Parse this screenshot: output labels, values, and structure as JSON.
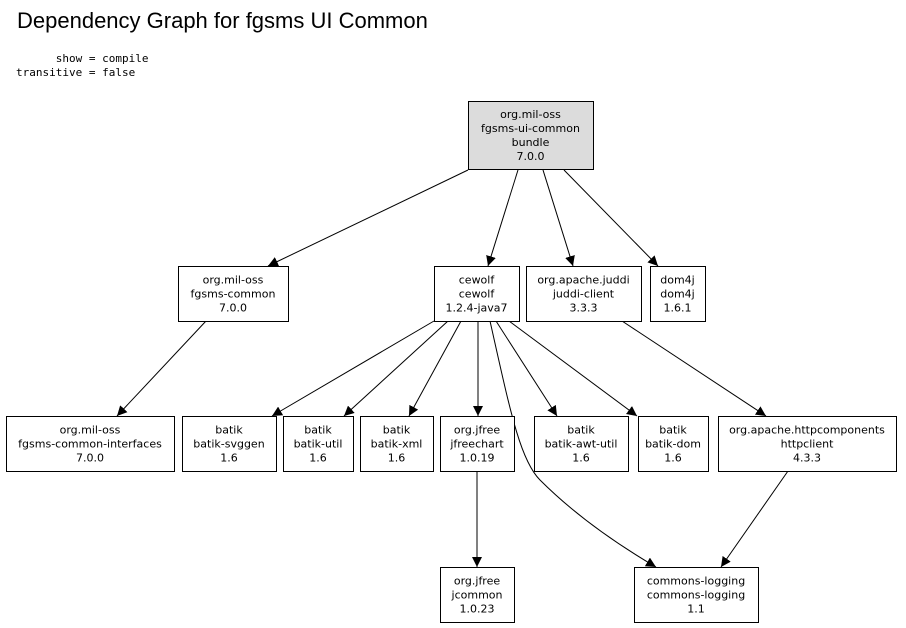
{
  "title": "Dependency Graph for fgsms UI Common",
  "params": {
    "line1": "      show = compile",
    "line2": "transitive = false"
  },
  "nodes": [
    {
      "id": "fgsms-ui-common",
      "lines": [
        "org.mil-oss",
        "fgsms-ui-common",
        "bundle",
        "7.0.0"
      ],
      "root": true
    },
    {
      "id": "fgsms-common",
      "lines": [
        "org.mil-oss",
        "fgsms-common",
        "7.0.0"
      ]
    },
    {
      "id": "cewolf",
      "lines": [
        "cewolf",
        "cewolf",
        "1.2.4-java7"
      ]
    },
    {
      "id": "juddi-client",
      "lines": [
        "org.apache.juddi",
        "juddi-client",
        "3.3.3"
      ]
    },
    {
      "id": "dom4j",
      "lines": [
        "dom4j",
        "dom4j",
        "1.6.1"
      ]
    },
    {
      "id": "fgsms-common-interfaces",
      "lines": [
        "org.mil-oss",
        "fgsms-common-interfaces",
        "7.0.0"
      ]
    },
    {
      "id": "batik-svggen",
      "lines": [
        "batik",
        "batik-svggen",
        "1.6"
      ]
    },
    {
      "id": "batik-util",
      "lines": [
        "batik",
        "batik-util",
        "1.6"
      ]
    },
    {
      "id": "batik-xml",
      "lines": [
        "batik",
        "batik-xml",
        "1.6"
      ]
    },
    {
      "id": "jfreechart",
      "lines": [
        "org.jfree",
        "jfreechart",
        "1.0.19"
      ]
    },
    {
      "id": "batik-awt-util",
      "lines": [
        "batik",
        "batik-awt-util",
        "1.6"
      ]
    },
    {
      "id": "batik-dom",
      "lines": [
        "batik",
        "batik-dom",
        "1.6"
      ]
    },
    {
      "id": "httpclient",
      "lines": [
        "org.apache.httpcomponents",
        "httpclient",
        "4.3.3"
      ]
    },
    {
      "id": "jcommon",
      "lines": [
        "org.jfree",
        "jcommon",
        "1.0.23"
      ]
    },
    {
      "id": "commons-logging",
      "lines": [
        "commons-logging",
        "commons-logging",
        "1.1"
      ]
    }
  ],
  "edges": [
    {
      "from": "fgsms-ui-common",
      "to": "fgsms-common"
    },
    {
      "from": "fgsms-ui-common",
      "to": "cewolf"
    },
    {
      "from": "fgsms-ui-common",
      "to": "juddi-client"
    },
    {
      "from": "fgsms-ui-common",
      "to": "dom4j"
    },
    {
      "from": "fgsms-common",
      "to": "fgsms-common-interfaces"
    },
    {
      "from": "cewolf",
      "to": "batik-svggen"
    },
    {
      "from": "cewolf",
      "to": "batik-util"
    },
    {
      "from": "cewolf",
      "to": "batik-xml"
    },
    {
      "from": "cewolf",
      "to": "jfreechart"
    },
    {
      "from": "cewolf",
      "to": "batik-awt-util"
    },
    {
      "from": "cewolf",
      "to": "batik-dom"
    },
    {
      "from": "cewolf",
      "to": "commons-logging"
    },
    {
      "from": "juddi-client",
      "to": "httpclient"
    },
    {
      "from": "jfreechart",
      "to": "jcommon"
    },
    {
      "from": "httpclient",
      "to": "commons-logging"
    }
  ]
}
